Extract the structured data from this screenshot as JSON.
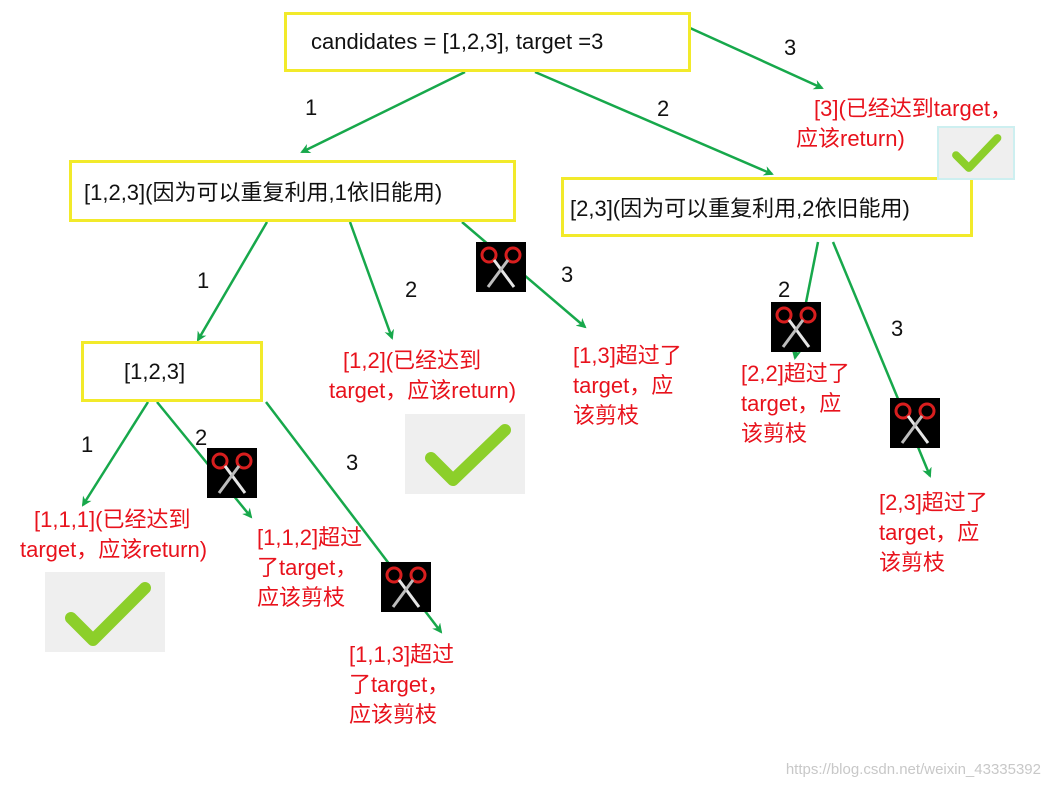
{
  "nodes": {
    "root": "candidates = [1,2,3], target =3",
    "n1": "[1,2,3](因为可以重复利用,1依旧能用)",
    "n2": "[2,3](因为可以重复利用,2依旧能用)",
    "n11": "[1,2,3]"
  },
  "leaves": {
    "l3": {
      "line1": "[3](已经达到target，",
      "line2": "应该return)"
    },
    "l12": {
      "line1": "[1,2](已经达到",
      "line2": "target，应该return)"
    },
    "l13": {
      "line1": "[1,3]超过了",
      "line2": "target，应",
      "line3": "该剪枝"
    },
    "l22": {
      "line1": "[2,2]超过了",
      "line2": "target，应",
      "line3": "该剪枝"
    },
    "l23": {
      "line1": "[2,3]超过了",
      "line2": "target，应",
      "line3": "该剪枝"
    },
    "l111": {
      "line1": "[1,1,1](已经达到",
      "line2": "target，应该return)"
    },
    "l112": {
      "line1": "[1,1,2]超过",
      "line2": "了target，",
      "line3": "应该剪枝"
    },
    "l113": {
      "line1": "[1,1,3]超过",
      "line2": "了target，",
      "line3": "应该剪枝"
    }
  },
  "edge_labels": {
    "root_n1": "1",
    "root_n2": "2",
    "root_l3": "3",
    "n1_n11": "1",
    "n1_l12": "2",
    "n1_l13": "3",
    "n2_l22": "2",
    "n2_l23": "3",
    "n11_l111": "1",
    "n11_l112": "2",
    "n11_l113": "3"
  },
  "icons": {
    "success": "check-icon",
    "prune": "scissors-icon"
  },
  "colors": {
    "box_border": "#f2ea2a",
    "edge": "#17a84b",
    "leaf_text": "#e8121c",
    "check": "#8ccf2a",
    "scissors_blade": "#d81e1e"
  },
  "watermark": "https://blog.csdn.net/weixin_43335392"
}
